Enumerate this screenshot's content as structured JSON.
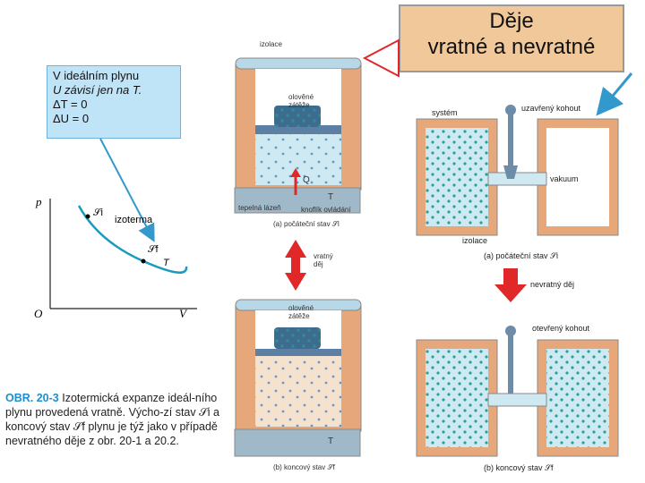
{
  "title": {
    "line1": "Děje",
    "line2": "vratné a nevratné"
  },
  "note": {
    "line1": "V ideálním plynu",
    "line2": "U závisí jen na T.",
    "line3": "ΔT = 0",
    "line4": "ΔU = 0"
  },
  "pv_graph": {
    "y_axis": "p",
    "x_axis": "V",
    "origin": "O",
    "point_initial": "𝒮i",
    "point_final": "𝒮f",
    "curve_label": "izoterma",
    "temp_label": "T"
  },
  "caption": {
    "fig_id": "OBR. 20-3",
    "text": "Izotermická expanze ideál-ního plynu provedená vratně. Výcho-zí stav 𝒮i a koncový stav 𝒮f plynu je týž jako v případě nevratného děje z obr. 20-1 a 20.2."
  },
  "cylinder_top": {
    "insulation": "izolace",
    "weights": "olověné zátěže",
    "heat": "Q",
    "temp": "T",
    "reservoir": "tepelná lázeň",
    "knob": "knoflík ovládání",
    "caption": "(a) počáteční stav 𝒮i"
  },
  "arrow_reversible": "vratný děj",
  "cylinder_bottom": {
    "weights": "olověné zátěže",
    "temp": "T",
    "caption": "(b) koncový stav 𝒮f"
  },
  "free_expansion_top": {
    "system": "systém",
    "valve": "uzavřený kohout",
    "vacuum": "vakuum",
    "insulation": "izolace",
    "caption": "(a) počáteční stav 𝒮i"
  },
  "arrow_irreversible": "nevratný děj",
  "free_expansion_bottom": {
    "valve": "otevřený kohout",
    "caption": "(b) koncový stav 𝒮f"
  },
  "colors": {
    "note_bg": "#bfe3f7",
    "title_bg": "#f0c89a",
    "gas": "#cfe9f3",
    "wall": "#e6a87a",
    "arrow": "#e02828"
  }
}
